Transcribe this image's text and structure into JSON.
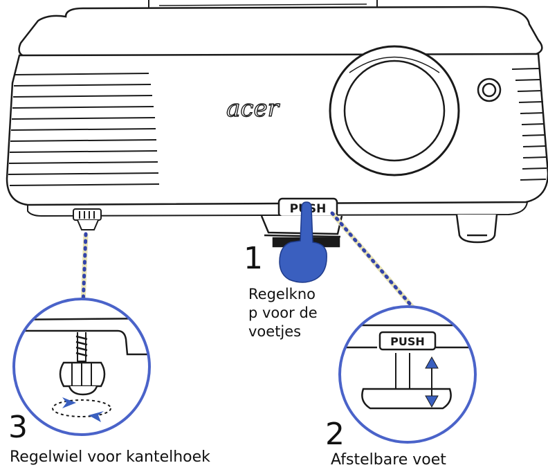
{
  "projector": {
    "brand": "acer",
    "button_label": "PUSH"
  },
  "inset_foot": {
    "button_label": "PUSH"
  },
  "callouts": [
    {
      "number": "1",
      "label": "Regelkno\np voor de\nvoetjes"
    },
    {
      "number": "2",
      "label": "Afstelbare voet"
    },
    {
      "number": "3",
      "label": "Regelwiel voor kantelhoek"
    }
  ],
  "colors": {
    "line": "#1a1a1a",
    "accent": "#3a5fbf",
    "ring": "#4a63c9",
    "dots": "#3344aa",
    "pale_dots": "#e8e3b6"
  }
}
